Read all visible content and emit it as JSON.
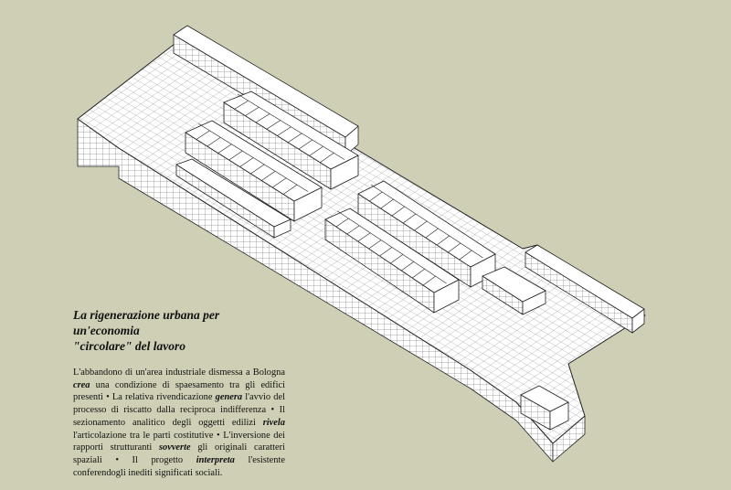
{
  "title_line1": "La rigenerazione urbana per un'economia",
  "title_line2": "\"circolare\" del lavoro",
  "body": [
    {
      "t": "L'abbandono di un'area industriale dismessa a Bologna "
    },
    {
      "b": "crea"
    },
    {
      "t": " una condizione di spaesamento tra gli edifici presenti  •  La relativa rivendicazione "
    },
    {
      "b": "genera"
    },
    {
      "t": " l'avvio del processo di riscatto dalla reciproca indifferenza  •  Il sezionamento analitico degli oggetti edilizi "
    },
    {
      "b": "rivela"
    },
    {
      "t": " l'articolazione tra le parti costitutive  •  L'inversione dei rapporti strutturanti "
    },
    {
      "b": "sovverte"
    },
    {
      "t": " gli originali caratteri spaziali  •  Il progetto "
    },
    {
      "b": "interpreta"
    },
    {
      "t": " l'esistente conferendogli inediti significati sociali."
    }
  ],
  "colors": {
    "background": "#cfcfb5",
    "paper": "#ffffff",
    "line": "#222222"
  }
}
